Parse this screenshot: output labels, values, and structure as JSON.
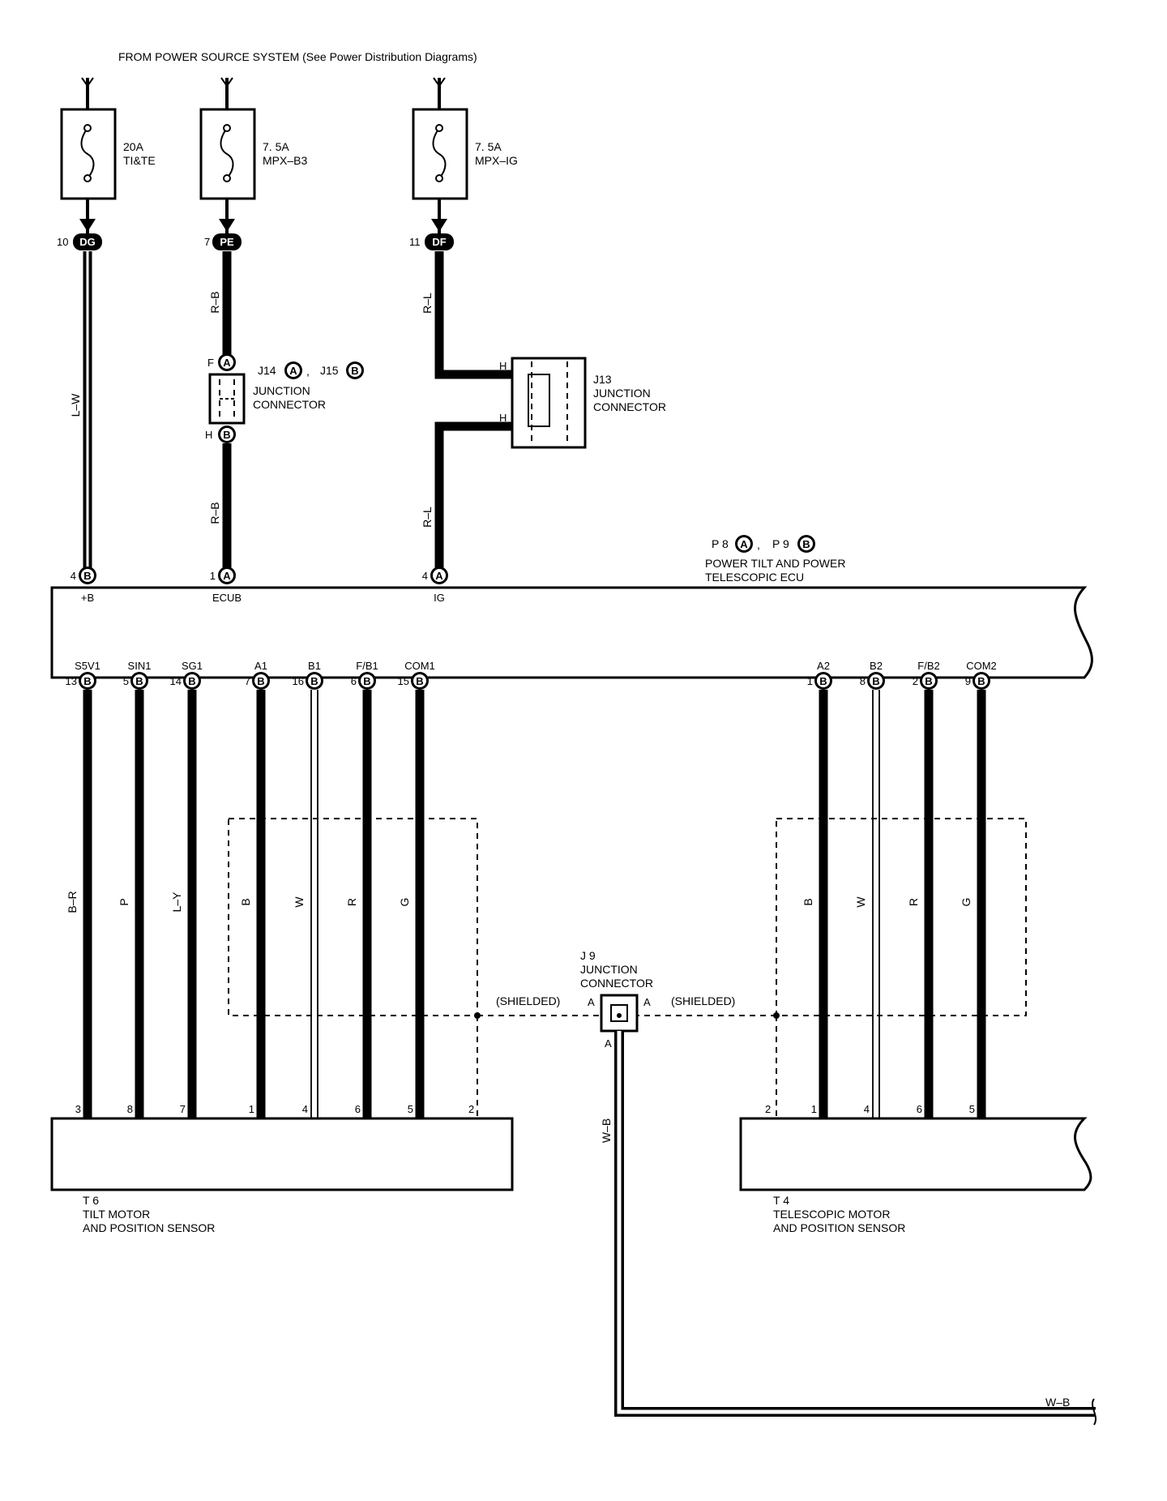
{
  "header": {
    "power_source_note": "FROM POWER SOURCE SYSTEM (See Power Distribution Diagrams)"
  },
  "fuses": [
    {
      "amp": "20A",
      "name": "TI&TE",
      "pin": "10",
      "connector": "DG",
      "wire": "L–W"
    },
    {
      "amp": "7. 5A",
      "name": "MPX–B3",
      "pin": "7",
      "connector": "PE",
      "wire": "R–B"
    },
    {
      "amp": "7. 5A",
      "name": "MPX–IG",
      "pin": "11",
      "connector": "DF",
      "wire": "R–L"
    }
  ],
  "junctions": {
    "j14_j15": {
      "code_a": "J14",
      "code_b": "J15",
      "letter_a": "A",
      "letter_b": "B",
      "line1": "JUNCTION",
      "line2": "CONNECTOR",
      "pin_top": "F",
      "pin_bottom": "H",
      "wire_below": "R–B"
    },
    "j13": {
      "code": "J13",
      "line1": "JUNCTION",
      "line2": "CONNECTOR",
      "pin_upper": "H",
      "pin_lower": "H",
      "wire_below": "R–L"
    },
    "j9": {
      "code": "J 9",
      "line1": "JUNCTION",
      "line2": "CONNECTOR",
      "pin_left": "A",
      "pin_right": "A",
      "pin_bottom": "A",
      "wire": "W–B",
      "shielded_left": "(SHIELDED)",
      "shielded_right": "(SHIELDED)"
    }
  },
  "ecu": {
    "codes": {
      "a": "P 8",
      "a_letter": "A",
      "b": "P 9",
      "b_letter": "B"
    },
    "title1": "POWER TILT AND POWER",
    "title2": "TELESCOPIC ECU",
    "top_pins": [
      {
        "num": "4",
        "conn": "B",
        "name": "+B"
      },
      {
        "num": "1",
        "conn": "A",
        "name": "ECUB"
      },
      {
        "num": "4",
        "conn": "A",
        "name": "IG"
      }
    ],
    "bottom_pins": [
      {
        "num": "13",
        "conn": "B",
        "name": "S5V1",
        "wire": "B–R",
        "sensor_pin": "3"
      },
      {
        "num": "5",
        "conn": "B",
        "name": "SIN1",
        "wire": "P",
        "sensor_pin": "8"
      },
      {
        "num": "14",
        "conn": "B",
        "name": "SG1",
        "wire": "L–Y",
        "sensor_pin": "7"
      },
      {
        "num": "7",
        "conn": "B",
        "name": "A1",
        "wire": "B",
        "sensor_pin": "1"
      },
      {
        "num": "16",
        "conn": "B",
        "name": "B1",
        "wire": "W",
        "sensor_pin": "4"
      },
      {
        "num": "6",
        "conn": "B",
        "name": "F/B1",
        "wire": "R",
        "sensor_pin": "6"
      },
      {
        "num": "15",
        "conn": "B",
        "name": "COM1",
        "wire": "G",
        "sensor_pin": "5"
      },
      {
        "num": "1",
        "conn": "B",
        "name": "A2",
        "wire": "B",
        "sensor_pin": "1"
      },
      {
        "num": "8",
        "conn": "B",
        "name": "B2",
        "wire": "W",
        "sensor_pin": "4"
      },
      {
        "num": "2",
        "conn": "B",
        "name": "F/B2",
        "wire": "R",
        "sensor_pin": "6"
      },
      {
        "num": "9",
        "conn": "B",
        "name": "COM2",
        "wire": "G",
        "sensor_pin": "5"
      }
    ]
  },
  "sensors": {
    "t6": {
      "code": "T 6",
      "line1": "TILT MOTOR",
      "line2": "AND POSITION SENSOR",
      "shield_pin": "2"
    },
    "t4": {
      "code": "T 4",
      "line1": "TELESCOPIC MOTOR",
      "line2": "AND POSITION SENSOR",
      "shield_pin": "2"
    }
  },
  "ground": {
    "wire": "W–B"
  }
}
